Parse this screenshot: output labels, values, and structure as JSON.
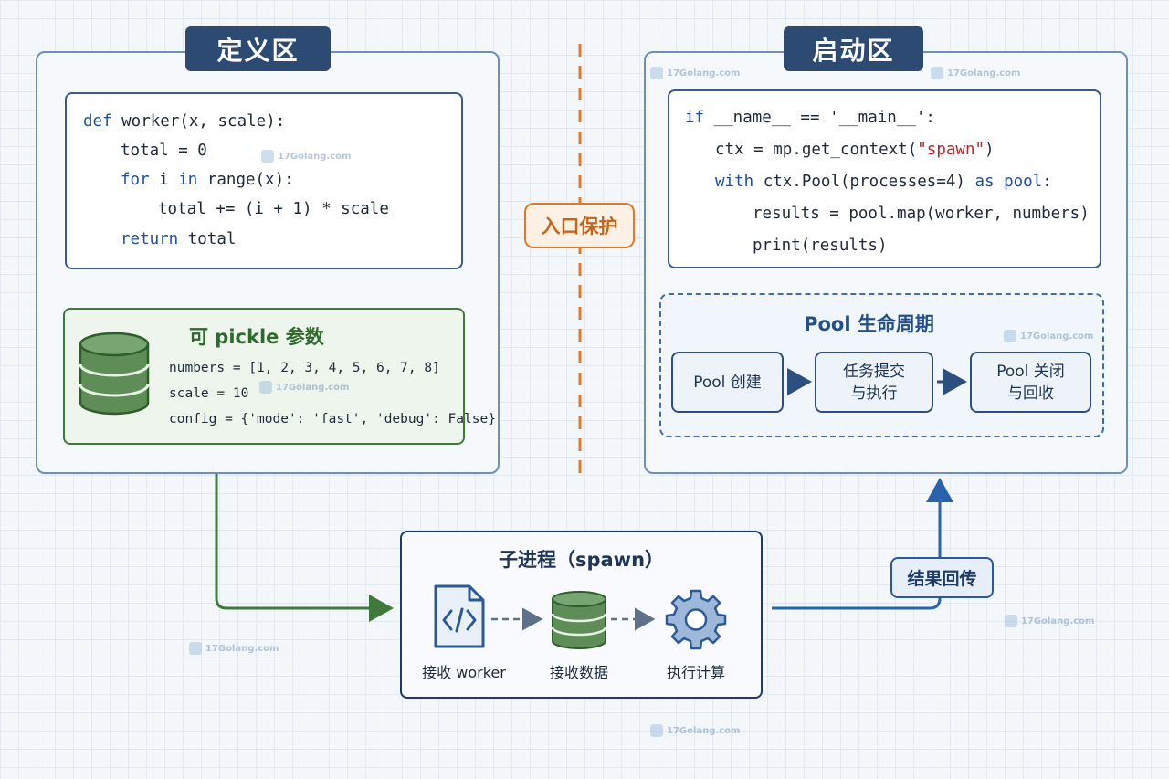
{
  "definition_zone": {
    "header": "定义区",
    "code_lines": [
      {
        "kw": "def",
        "rest": " worker(x, scale):"
      },
      {
        "kw": "",
        "rest": "total = 0"
      },
      {
        "kw": "for",
        "mid": " i ",
        "kw2": "in",
        "rest": " range(x):"
      },
      {
        "kw": "",
        "rest": "total += (i + 1) * scale"
      },
      {
        "kw": "return",
        "rest": " total"
      }
    ],
    "pickle": {
      "title": "可 pickle 参数",
      "icon": "database-icon",
      "lines": [
        "numbers = [1, 2, 3, 4, 5, 6, 7, 8]",
        "scale = 10",
        "config = {'mode': 'fast', 'debug': False}"
      ]
    }
  },
  "entry_guard": {
    "label": "入口保护"
  },
  "startup_zone": {
    "header": "启动区",
    "code": {
      "l1_kw": "if",
      "l1_rest": " __name__ == '__main__':",
      "l2_pre": "ctx = mp.get_context(",
      "l2_str": "\"spawn\"",
      "l2_post": ")",
      "l3_kw": "with",
      "l3_mid": " ctx.Pool(processes=4) ",
      "l3_kw2": "as",
      "l3_kw3": " pool",
      "l3_post": ":",
      "l4": "results = pool.map(worker, numbers)",
      "l5": "print(results)"
    },
    "lifecycle": {
      "title": "Pool 生命周期",
      "steps": [
        {
          "line1": "Pool 创建",
          "line2": ""
        },
        {
          "line1": "任务提交",
          "line2": "与执行"
        },
        {
          "line1": "Pool 关闭",
          "line2": "与回收"
        }
      ]
    }
  },
  "child_process": {
    "title": "子进程（spawn）",
    "items": [
      {
        "label": "接收 worker",
        "icon": "code-file-icon"
      },
      {
        "label": "接收数据",
        "icon": "database-icon"
      },
      {
        "label": "执行计算",
        "icon": "gear-icon"
      }
    ]
  },
  "result_return": {
    "label": "结果回传"
  },
  "watermark": "17Golang.com",
  "colors": {
    "navy": "#2d4a72",
    "green": "#3f7a3c",
    "orange": "#e07a2a",
    "blue_arrow": "#2a63ad"
  }
}
